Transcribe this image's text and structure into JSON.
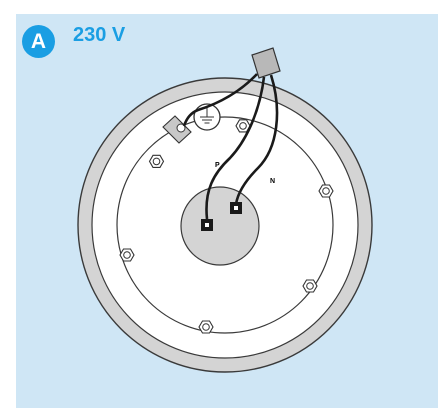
{
  "header": {
    "badge": "A",
    "voltage": "230 V"
  },
  "diagram": {
    "wire_labels": {
      "phase": "P",
      "neutral": "N"
    }
  },
  "colors": {
    "panel_background": "#cfe6f5",
    "accent": "#1a9ee3",
    "outer_ring": "#d4d4d4",
    "terminal_box": "#b8b8b8"
  }
}
